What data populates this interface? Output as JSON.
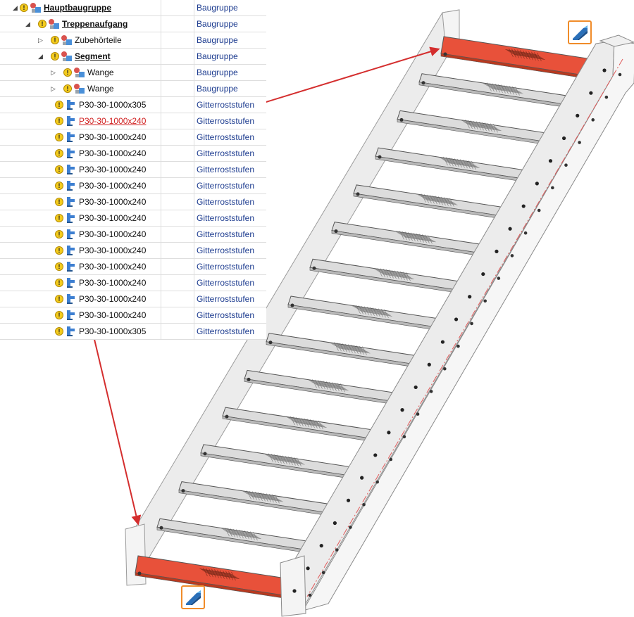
{
  "tree": {
    "rows": [
      {
        "label": "Hauptbaugruppe",
        "type": "Baugruppe",
        "level": 0,
        "expander": "expanded",
        "icon": "assembly-icon",
        "style": "bold"
      },
      {
        "label": "Treppenaufgang",
        "type": "Baugruppe",
        "level": 1,
        "expander": "expanded",
        "icon": "assembly-icon",
        "style": "bold"
      },
      {
        "label": "Zubehörteile",
        "type": "Baugruppe",
        "level": 2,
        "expander": "collapsed",
        "icon": "assembly-icon",
        "style": "normal"
      },
      {
        "label": "Segment",
        "type": "Baugruppe",
        "level": 2,
        "expander": "expanded",
        "icon": "assembly-icon",
        "style": "bold"
      },
      {
        "label": "Wange",
        "type": "Baugruppe",
        "level": 3,
        "expander": "collapsed",
        "icon": "assembly-icon",
        "style": "normal"
      },
      {
        "label": "Wange",
        "type": "Baugruppe",
        "level": 3,
        "expander": "collapsed",
        "icon": "assembly-icon",
        "style": "normal"
      },
      {
        "label": "P30-30-1000x305",
        "type": "Gitterroststufen",
        "level": 3,
        "expander": "none",
        "icon": "part-icon",
        "style": "normal"
      },
      {
        "label": "P30-30-1000x240",
        "type": "Gitterroststufen",
        "level": 3,
        "expander": "none",
        "icon": "part-icon",
        "style": "selected"
      },
      {
        "label": "P30-30-1000x240",
        "type": "Gitterroststufen",
        "level": 3,
        "expander": "none",
        "icon": "part-icon",
        "style": "normal"
      },
      {
        "label": "P30-30-1000x240",
        "type": "Gitterroststufen",
        "level": 3,
        "expander": "none",
        "icon": "part-icon",
        "style": "normal"
      },
      {
        "label": "P30-30-1000x240",
        "type": "Gitterroststufen",
        "level": 3,
        "expander": "none",
        "icon": "part-icon",
        "style": "normal"
      },
      {
        "label": "P30-30-1000x240",
        "type": "Gitterroststufen",
        "level": 3,
        "expander": "none",
        "icon": "part-icon",
        "style": "normal"
      },
      {
        "label": "P30-30-1000x240",
        "type": "Gitterroststufen",
        "level": 3,
        "expander": "none",
        "icon": "part-icon",
        "style": "normal"
      },
      {
        "label": "P30-30-1000x240",
        "type": "Gitterroststufen",
        "level": 3,
        "expander": "none",
        "icon": "part-icon",
        "style": "normal"
      },
      {
        "label": "P30-30-1000x240",
        "type": "Gitterroststufen",
        "level": 3,
        "expander": "none",
        "icon": "part-icon",
        "style": "normal"
      },
      {
        "label": "P30-30-1000x240",
        "type": "Gitterroststufen",
        "level": 3,
        "expander": "none",
        "icon": "part-icon",
        "style": "normal"
      },
      {
        "label": "P30-30-1000x240",
        "type": "Gitterroststufen",
        "level": 3,
        "expander": "none",
        "icon": "part-icon",
        "style": "normal"
      },
      {
        "label": "P30-30-1000x240",
        "type": "Gitterroststufen",
        "level": 3,
        "expander": "none",
        "icon": "part-icon",
        "style": "normal"
      },
      {
        "label": "P30-30-1000x240",
        "type": "Gitterroststufen",
        "level": 3,
        "expander": "none",
        "icon": "part-icon",
        "style": "normal"
      },
      {
        "label": "P30-30-1000x240",
        "type": "Gitterroststufen",
        "level": 3,
        "expander": "none",
        "icon": "part-icon",
        "style": "normal"
      },
      {
        "label": "P30-30-1000x305",
        "type": "Gitterroststufen",
        "level": 3,
        "expander": "none",
        "icon": "part-icon",
        "style": "normal"
      }
    ]
  },
  "viewport": {
    "step_count": 15,
    "highlighted_steps": [
      "first",
      "last"
    ],
    "highlight_color": "#e8513a",
    "step_color": "#dcdcdc",
    "stringer_color": "#ececec",
    "arrow_color": "#d42e2e",
    "accent_border": "#f08c2a",
    "tool_icon": "stair-step-icon"
  },
  "status_colors": {
    "warning": "#f3cb1d",
    "link": "#1c3b8f",
    "selected": "#d01f1f"
  }
}
